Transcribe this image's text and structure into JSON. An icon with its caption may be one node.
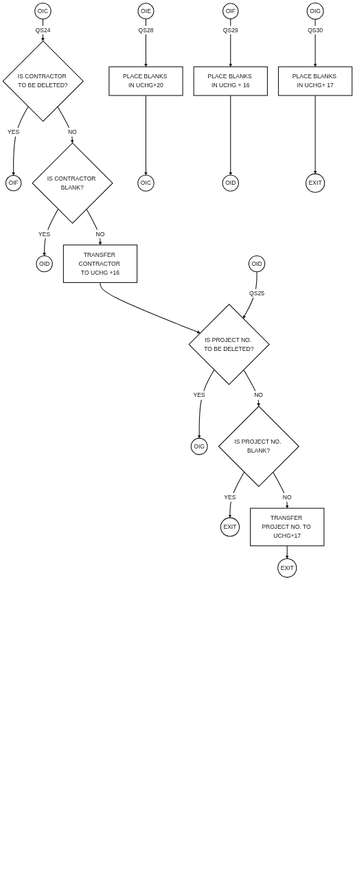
{
  "diagram": {
    "nodes": [
      {
        "text": [
          "OIC"
        ]
      },
      {
        "text": [
          "IS CONTRACTOR TO BE DELETED?"
        ]
      },
      {
        "text": [
          "OIF"
        ]
      },
      {
        "text": [
          "IS CONTRACTOR BLANK?"
        ]
      },
      {
        "text": [
          "OID"
        ]
      },
      {
        "text": [
          "TRANSFER CONTRACTOR TO UCHG +16"
        ]
      },
      {
        "text": [
          "OID"
        ]
      },
      {
        "text": [
          "IS PROJECT NO. TO BE DELETED?"
        ]
      },
      {
        "text": [
          "OIG"
        ]
      },
      {
        "text": [
          "IS PROJECT NO. BLANK?"
        ]
      },
      {
        "text": [
          "EXIT"
        ]
      },
      {
        "text": [
          "TRANSFER PROJECT NO. TO UCHG+17"
        ]
      },
      {
        "text": [
          "EXIT"
        ]
      },
      {
        "text": [
          "OIE"
        ]
      },
      {
        "text": [
          "PLACE BLANKS IN UCHG+20"
        ]
      },
      {
        "text": [
          "OIC"
        ]
      },
      {
        "text": [
          "OIF"
        ]
      },
      {
        "text": [
          "PLACE BLANKS IN UCHG + 16"
        ]
      },
      {
        "text": [
          "OID"
        ]
      },
      {
        "text": [
          "OIG"
        ]
      },
      {
        "text": [
          "PLACE BLANKS IN UCHG+ 17"
        ]
      },
      {
        "text": [
          "EXIT"
        ]
      }
    ],
    "edges": [
      {
        "from": 0,
        "to": 1,
        "arrow": "to",
        "label": "QS24"
      },
      {
        "from": 1,
        "to": 2,
        "arrow": "to",
        "label": "YES"
      },
      {
        "from": 1,
        "to": 3,
        "arrow": "to",
        "label": "NO"
      },
      {
        "from": 3,
        "to": 4,
        "arrow": "to",
        "label": "YES"
      },
      {
        "from": 3,
        "to": 5,
        "arrow": "to",
        "label": "NO"
      },
      {
        "from": 5,
        "to": 7,
        "arrow": "to"
      },
      {
        "from": 6,
        "to": 7,
        "arrow": "to",
        "label": "QS25"
      },
      {
        "from": 7,
        "to": 8,
        "arrow": "to",
        "label": "YES"
      },
      {
        "from": 7,
        "to": 9,
        "arrow": "to",
        "label": "NO"
      },
      {
        "from": 9,
        "to": 10,
        "arrow": "to",
        "label": "YES"
      },
      {
        "from": 9,
        "to": 11,
        "arrow": "to",
        "label": "NO"
      },
      {
        "from": 11,
        "to": 12,
        "arrow": "to"
      },
      {
        "from": 13,
        "to": 14,
        "arrow": "to",
        "label": "QS28"
      },
      {
        "from": 14,
        "to": 15,
        "arrow": "to"
      },
      {
        "from": 16,
        "to": 17,
        "arrow": "to",
        "label": "QS29"
      },
      {
        "from": 17,
        "to": 18,
        "arrow": "to"
      },
      {
        "from": 19,
        "to": 20,
        "arrow": "to",
        "label": "QS30"
      },
      {
        "from": 20,
        "to": 21,
        "arrow": "to"
      }
    ]
  }
}
